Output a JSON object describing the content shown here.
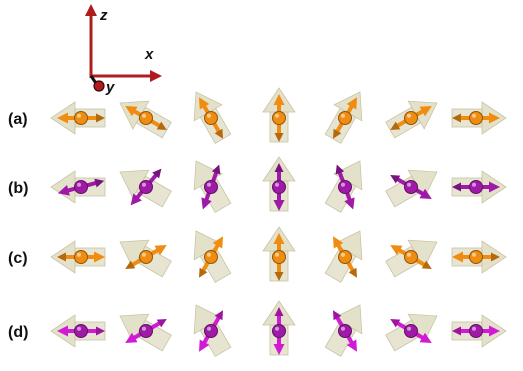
{
  "axes": {
    "z_label": "z",
    "x_label": "x",
    "y_label": "y",
    "axis_color": "#b01c1c"
  },
  "colors": {
    "orange": "#f08c10",
    "purple": "#a01aa8",
    "magenta": "#d11ad4",
    "cone": "#ddd9bd"
  },
  "rows": [
    {
      "label": "(a)",
      "sphere": "orange",
      "arrow": "orange",
      "cones": [
        -90,
        -60,
        -30,
        0,
        30,
        60,
        90
      ],
      "arrows": [
        -90,
        -60,
        -30,
        0,
        30,
        60,
        90
      ]
    },
    {
      "label": "(b)",
      "sphere": "purple",
      "arrow": "purple",
      "cones": [
        -90,
        -60,
        -30,
        0,
        30,
        60,
        90
      ],
      "arrows": [
        -105,
        -140,
        -160,
        180,
        160,
        120,
        90
      ]
    },
    {
      "label": "(c)",
      "sphere": "orange",
      "arrow": "orange",
      "cones": [
        -90,
        -60,
        -30,
        0,
        30,
        60,
        90
      ],
      "arrows": [
        90,
        60,
        30,
        0,
        -30,
        -60,
        -90
      ]
    },
    {
      "label": "(d)",
      "sphere": "purple",
      "arrow": "magenta",
      "cones": [
        -90,
        -60,
        -30,
        0,
        30,
        60,
        90
      ],
      "arrows": [
        -90,
        -120,
        -150,
        180,
        150,
        120,
        90
      ]
    }
  ]
}
